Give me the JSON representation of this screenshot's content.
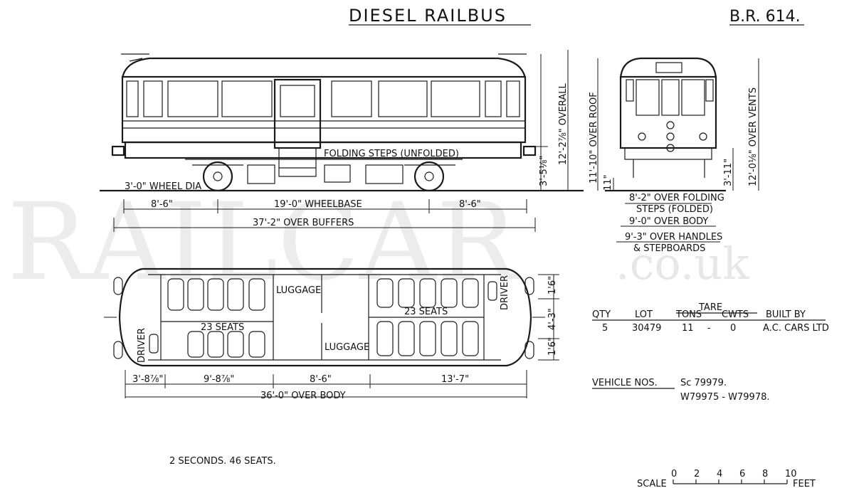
{
  "title": "DIESEL RAILBUS",
  "drawing_no": "B.R. 614.",
  "watermark": {
    "main": "RAILCAR",
    "suffix": ".co.uk"
  },
  "side_view": {
    "folding_steps": "FOLDING STEPS (UNFOLDED)",
    "wheel_dia": "3'-0\" WHEEL DIA",
    "dim_left": "8'-6\"",
    "wheelbase": "19'-0\" WHEELBASE",
    "dim_right": "8'-6\"",
    "over_buffers": "37'-2\" OVER BUFFERS",
    "overall": "12'-2⅞\" OVERALL",
    "over_roof": "11'-10\" OVER ROOF",
    "step_height": "3'-5⅛\""
  },
  "end_view": {
    "over_vents": "12'-0⅛\" OVER VENTS",
    "height_small": "3'-11\"",
    "inch": "11\"",
    "folding_steps_1": "8'-2\" OVER FOLDING",
    "folding_steps_2": "STEPS (FOLDED)",
    "over_body": "9'-0\" OVER BODY",
    "handles_1": "9'-3\" OVER HANDLES",
    "handles_2": "& STEPBOARDS"
  },
  "plan_view": {
    "luggage_top": "LUGGAGE",
    "luggage_bottom": "LUGGAGE",
    "seats_left": "23 SEATS",
    "seats_right": "23 SEATS",
    "driver_left": "DRIVER",
    "driver_right": "DRIVER",
    "d1": "3'-8⅞\"",
    "d2": "9'-8⅞\"",
    "d3": "8'-6\"",
    "d4": "13'-7\"",
    "over_body": "36'-0\" OVER BODY",
    "w1": "1'6\"",
    "w2": "4'-3\"",
    "w3": "1'6\""
  },
  "spec_table": {
    "tare": "TARE",
    "headers": [
      "QTY",
      "LOT",
      "TONS",
      "CWTS",
      "BUILT BY"
    ],
    "values": [
      "5",
      "30479",
      "11",
      "-",
      "0",
      "A.C. CARS LTD"
    ]
  },
  "vehicle_nos": {
    "label": "VEHICLE NOS.",
    "line1": "Sc 79979.",
    "line2": "W79975 - W79978."
  },
  "seating": "2 SECONDS. 46 SEATS.",
  "scale": {
    "label": "SCALE",
    "unit": "FEET",
    "ticks": [
      "0",
      "2",
      "4",
      "6",
      "8",
      "10"
    ]
  }
}
